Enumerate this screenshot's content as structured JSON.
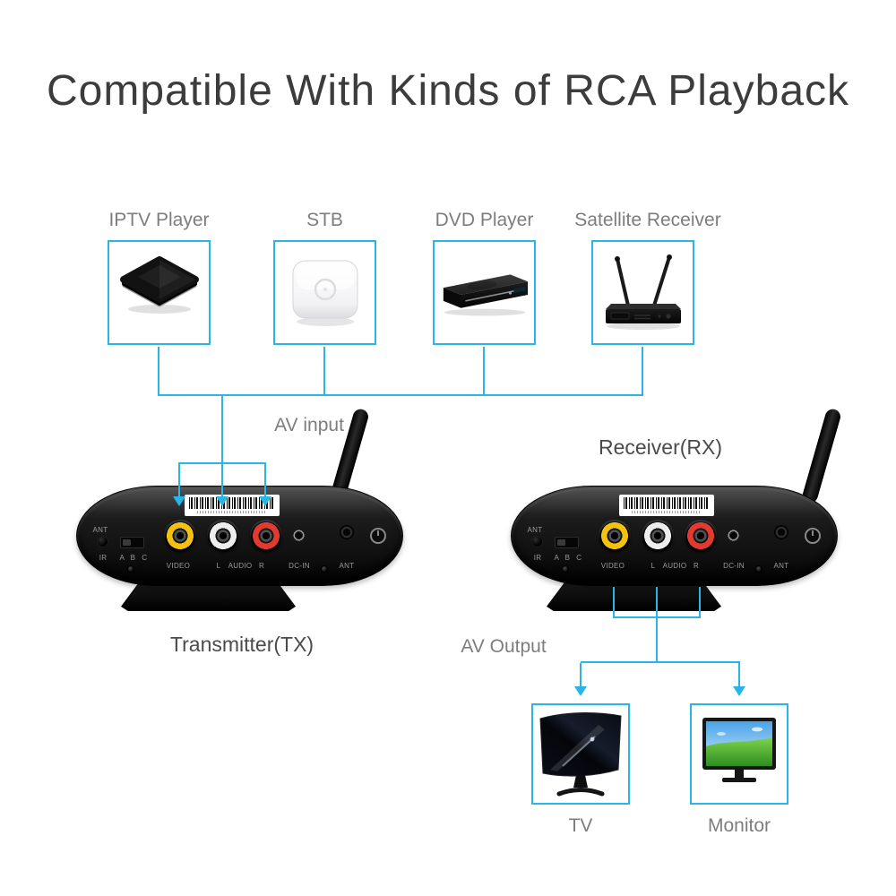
{
  "title": "Compatible With Kinds of RCA Playback",
  "colors": {
    "accent": "#2ab5e8",
    "rca_yellow": "#f2c20f",
    "rca_white": "#ededed",
    "rca_red": "#e23a30"
  },
  "sources": [
    {
      "label": "IPTV Player"
    },
    {
      "label": "STB"
    },
    {
      "label": "DVD Player"
    },
    {
      "label": "Satellite Receiver"
    }
  ],
  "flow": {
    "av_input": "AV input",
    "av_output": "AV Output",
    "transmitter_label": "Transmitter(TX)",
    "receiver_label": "Receiver(RX)"
  },
  "device_panel": {
    "ant": "ANT",
    "ir": "IR",
    "switch_label": "A B C",
    "video": "VIDEO",
    "audio_l": "L",
    "audio": "AUDIO",
    "audio_r": "R",
    "dc_in": "DC-IN",
    "ant_port": "ANT"
  },
  "outputs": [
    {
      "label": "TV"
    },
    {
      "label": "Monitor"
    }
  ]
}
